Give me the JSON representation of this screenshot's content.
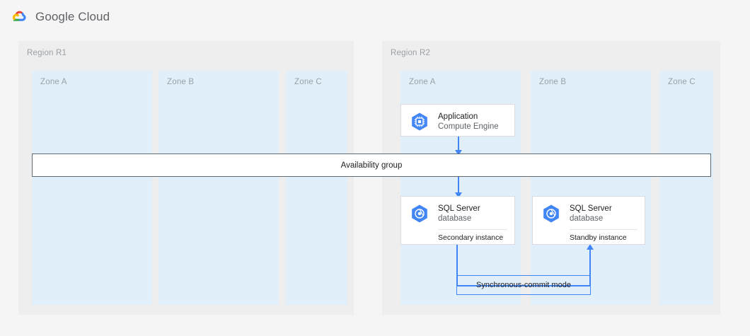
{
  "header": {
    "logo_icon": "google-cloud-logo",
    "wordmark": "Google Cloud",
    "brand_colors": {
      "red": "#ea4335",
      "yellow": "#fbbc04",
      "blue": "#4285f4",
      "green": "#34a853"
    }
  },
  "theme": {
    "page_bg": "#f5f5f5",
    "region_bg": "#eeeeee",
    "zone_bg": "#e1effa",
    "card_bg": "#ffffff",
    "card_border": "#dadce0",
    "connector_color": "#4285f4",
    "icon_color": "#4285f4",
    "label_color": "#9aa0a6",
    "text_color": "#202124"
  },
  "regions": [
    {
      "label": "Region R1",
      "zones": [
        {
          "label": "Zone A"
        },
        {
          "label": "Zone B"
        },
        {
          "label": "Zone C"
        }
      ]
    },
    {
      "label": "Region R2",
      "zones": [
        {
          "label": "Zone A"
        },
        {
          "label": "Zone B"
        },
        {
          "label": "Zone C"
        }
      ]
    }
  ],
  "availability_group": {
    "label": "Availability group"
  },
  "cards": [
    {
      "id": "application",
      "icon": "compute-engine-icon",
      "title": "Application",
      "subtitle": "Compute Engine",
      "footer": ""
    },
    {
      "id": "sql-secondary",
      "icon": "sql-server-icon",
      "title": "SQL Server",
      "subtitle": "database",
      "footer": "Secondary instance"
    },
    {
      "id": "sql-standby",
      "icon": "sql-server-icon",
      "title": "SQL Server",
      "subtitle": "database",
      "footer": "Standby instance"
    }
  ],
  "connectors": {
    "sync_commit_label": "Synchronous-commit mode"
  }
}
